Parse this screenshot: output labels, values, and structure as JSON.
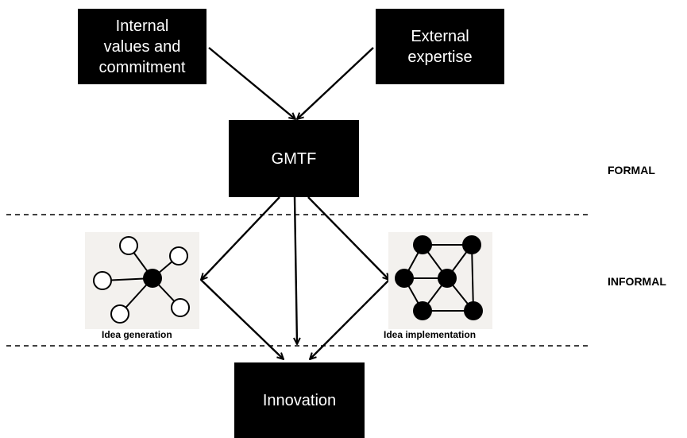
{
  "boxes": {
    "internal": "Internal\nvalues and\ncommitment",
    "external": "External\nexpertise",
    "gmtf": "GMTF",
    "innovation": "Innovation"
  },
  "levels": {
    "formal": "FORMAL",
    "informal": "INFORMAL"
  },
  "networks": {
    "generation": "Idea generation",
    "implementation": "Idea implementation"
  },
  "colors": {
    "box_fill": "#000000",
    "box_text": "#ffffff",
    "line": "#000000",
    "network_bg": "#f3f1ee"
  }
}
